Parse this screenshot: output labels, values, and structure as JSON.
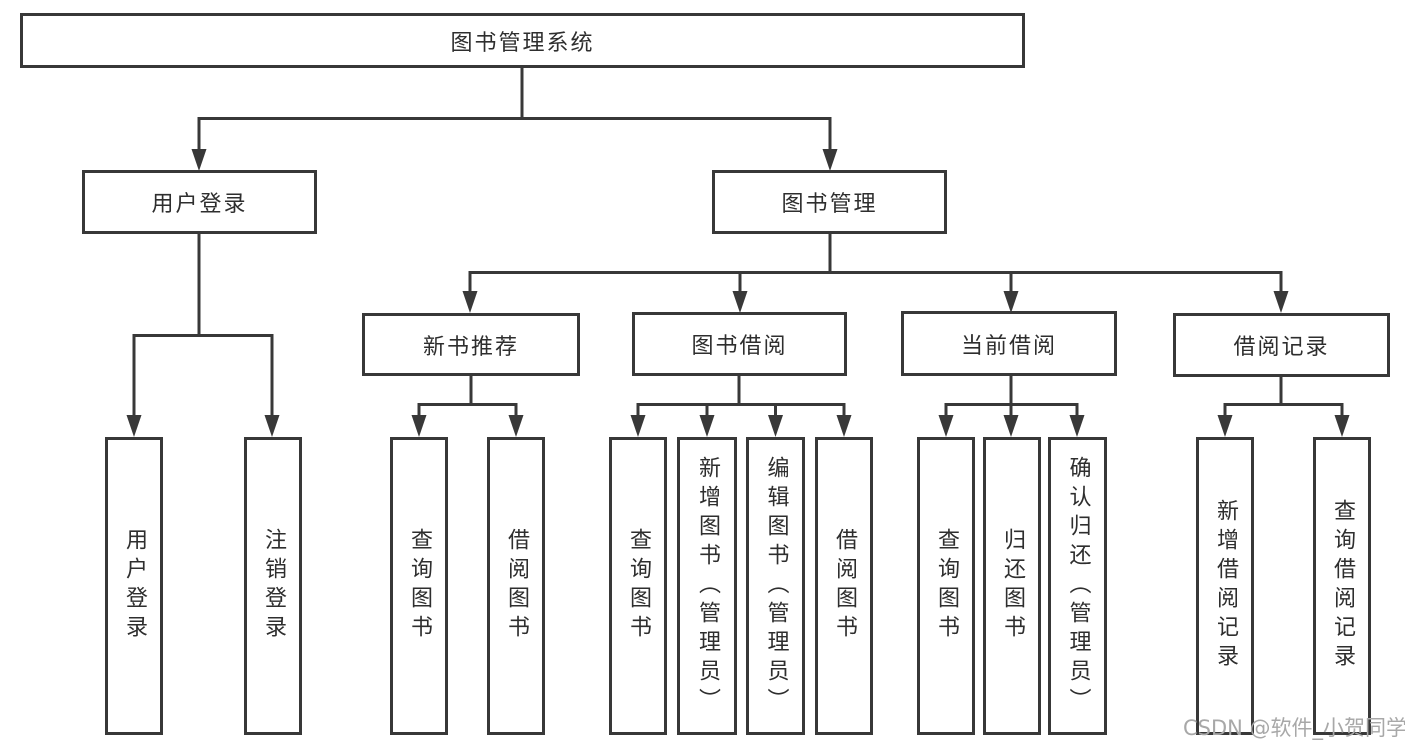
{
  "diagram": {
    "root": {
      "label": "图书管理系统"
    },
    "level2": [
      {
        "label": "用户登录"
      },
      {
        "label": "图书管理"
      }
    ],
    "level3": [
      {
        "label": "新书推荐"
      },
      {
        "label": "图书借阅"
      },
      {
        "label": "当前借阅"
      },
      {
        "label": "借阅记录"
      }
    ],
    "leaves": [
      {
        "label": "用户登录"
      },
      {
        "label": "注销登录"
      },
      {
        "label": "查询图书"
      },
      {
        "label": "借阅图书"
      },
      {
        "label": "查询图书"
      },
      {
        "label": "新增图书（管理员）"
      },
      {
        "label": "编辑图书（管理员）"
      },
      {
        "label": "借阅图书"
      },
      {
        "label": "查询图书"
      },
      {
        "label": "归还图书"
      },
      {
        "label": "确认归还（管理员）"
      },
      {
        "label": "新增借阅记录"
      },
      {
        "label": "查询借阅记录"
      }
    ],
    "watermark": "CSDN @软件_小贺同学",
    "colors": {
      "line": "#383838",
      "text": "#2e2e2e",
      "watermark": "#a8a8a8",
      "background": "#ffffff"
    }
  }
}
